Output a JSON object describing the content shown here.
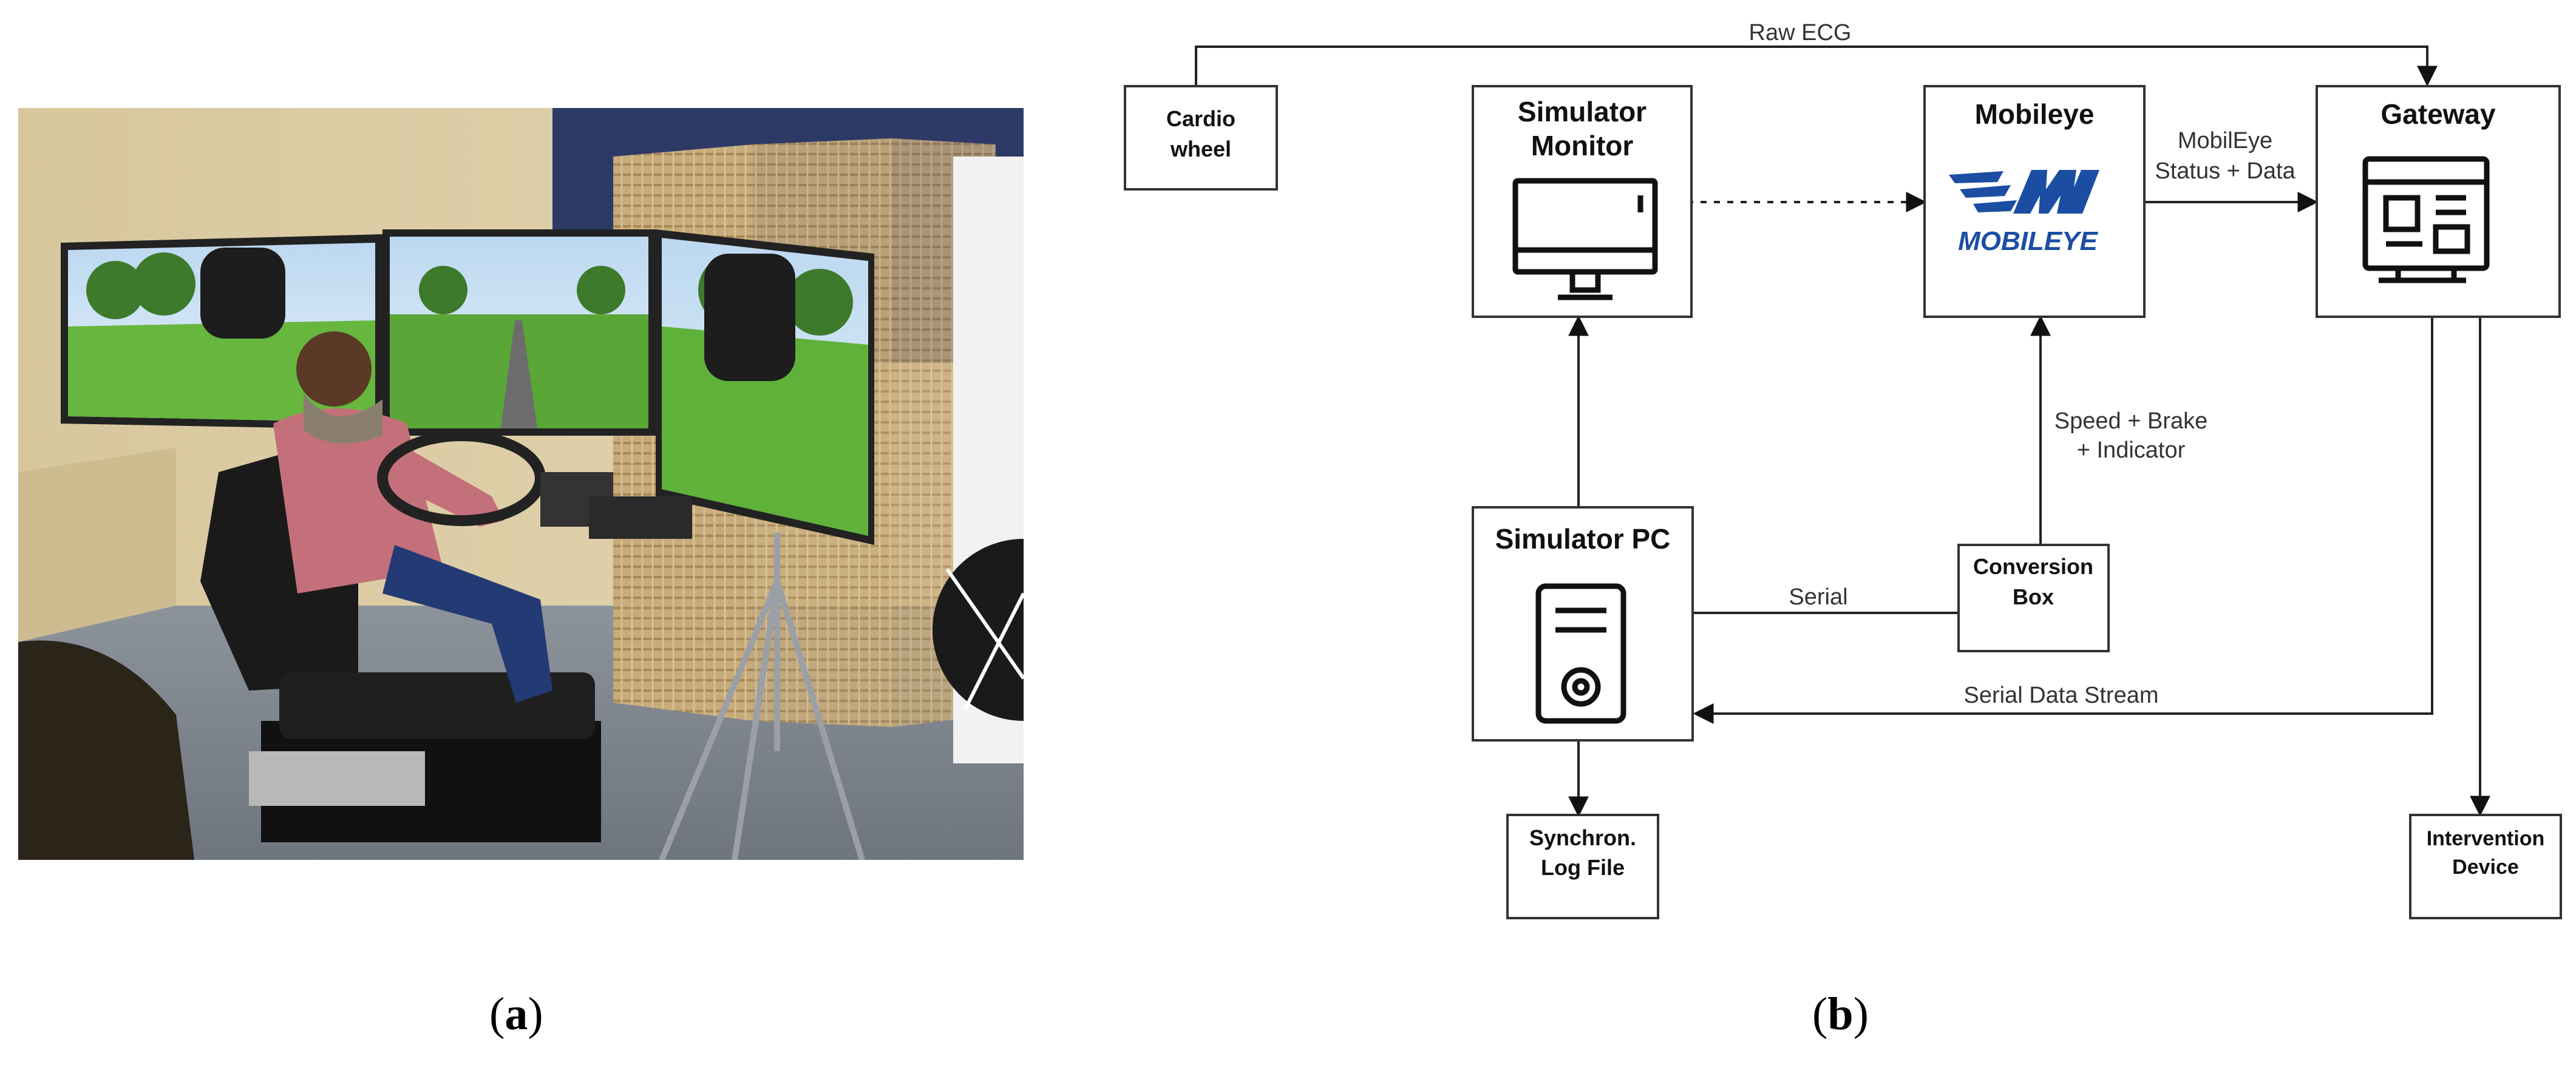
{
  "captions": {
    "a": "a",
    "b": "b"
  },
  "diagram": {
    "nodes": {
      "cardio_wheel": [
        "Cardio",
        "wheel"
      ],
      "simulator_monitor": [
        "Simulator",
        "Monitor"
      ],
      "mobileye": "Mobileye",
      "gateway": "Gateway",
      "simulator_pc": "Simulator PC",
      "conversion_box": [
        "Conversion",
        "Box"
      ],
      "synchron_log": [
        "Synchron.",
        "Log File"
      ],
      "intervention_device": [
        "Intervention",
        "Device"
      ]
    },
    "edges": {
      "raw_ecg": "Raw ECG",
      "mobileye_status": [
        "MobilEye",
        "Status + Data"
      ],
      "speed_brake": [
        "Speed + Brake",
        "+ Indicator"
      ],
      "serial": "Serial",
      "serial_stream": "Serial Data Stream"
    },
    "logo": {
      "wordmark": "MOBILEYE",
      "color": "#1b4ea3"
    }
  },
  "photo": {
    "icons": [
      "driving-simulator-photo"
    ]
  }
}
